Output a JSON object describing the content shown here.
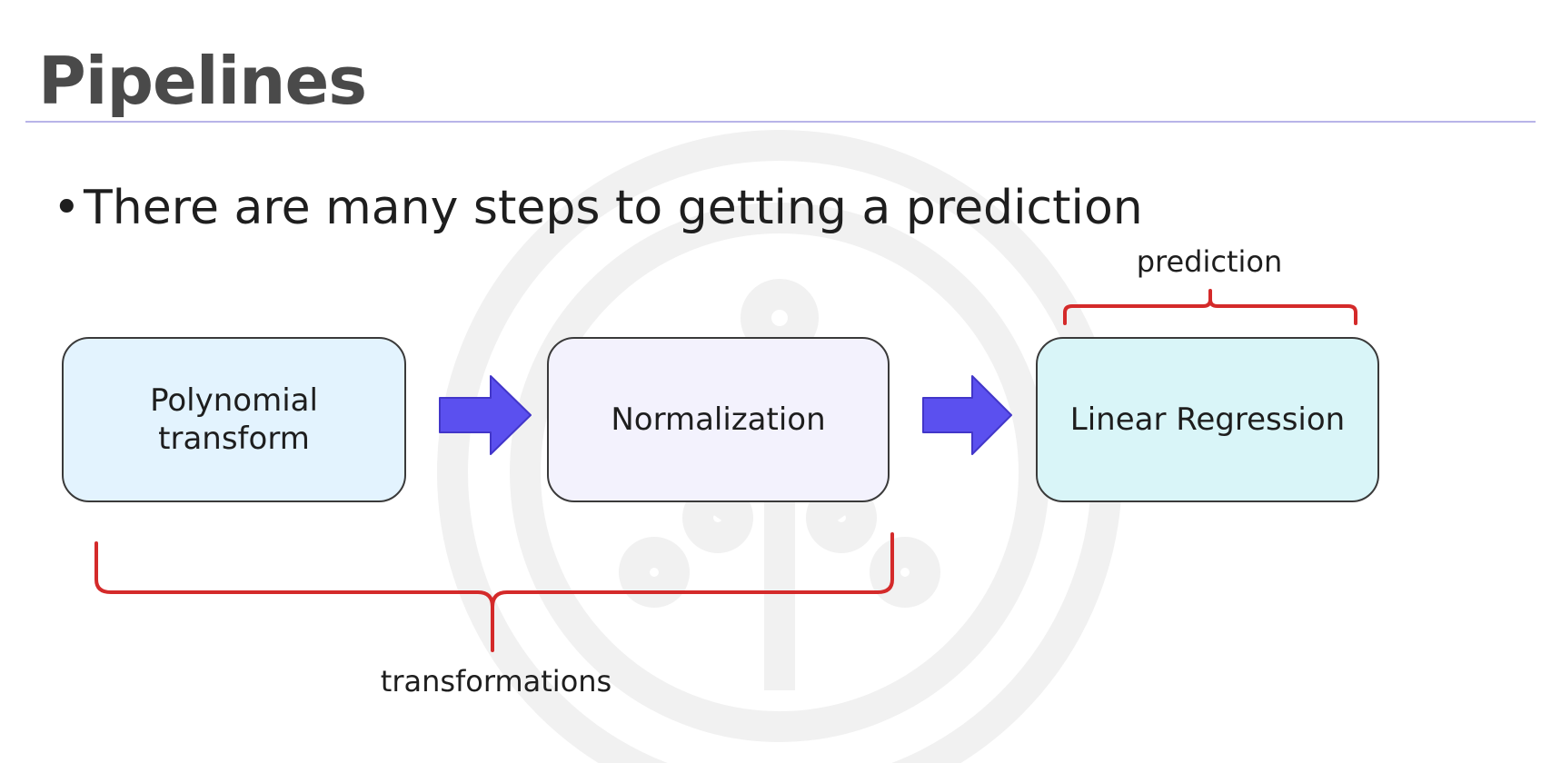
{
  "slide": {
    "title": "Pipelines",
    "bullet_marker": "•",
    "bullet_text": "There are many steps to getting a prediction"
  },
  "diagram": {
    "steps": [
      {
        "lines": [
          "Polynomial",
          "transform"
        ]
      },
      {
        "lines": [
          "Normalization"
        ]
      },
      {
        "lines": [
          "Linear Regression"
        ]
      }
    ],
    "group_labels": {
      "prediction": "prediction",
      "transformations": "transformations"
    },
    "colors": {
      "arrow_fill": "#5b50ef",
      "arrow_stroke": "#4236c9",
      "brace_color": "#d42a2a",
      "step_1_fill": "#e3f3fe",
      "step_2_fill": "#f3f2fd",
      "step_3_fill": "#d9f5f8",
      "title_rule": "#b8b4e8"
    },
    "icons": [
      "right-arrow-icon",
      "right-arrow-icon",
      "curly-brace-icon",
      "curly-brace-icon"
    ]
  }
}
